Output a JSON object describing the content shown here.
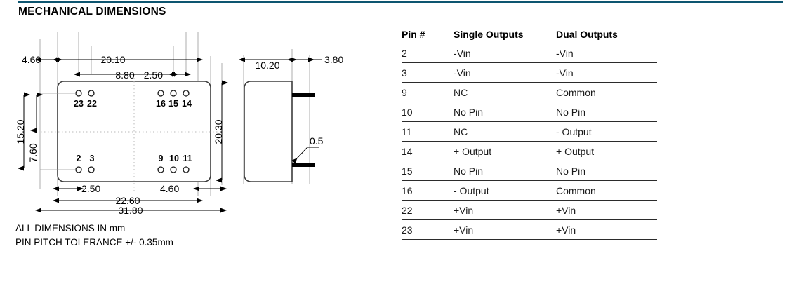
{
  "page": {
    "title": "MECHANICAL DIMENSIONS",
    "rule_color": "#0d5570"
  },
  "notes": {
    "dimensions": "ALL DIMENSIONS IN mm",
    "pitch_tolerance": "PIN PITCH TOLERANCE +/- 0.35mm"
  },
  "drawing": {
    "top_view": {
      "dimensions": {
        "left_offset": "4.60",
        "overall_inner": "20.10",
        "first_group": "8.80",
        "second_group": "2.50",
        "height_outer": "15.20",
        "height_inner": "7.60",
        "body_height": "20.30",
        "bottom_left": "2.50",
        "bottom_right": "4.60",
        "width_inner": "22.60",
        "width_overall": "31.80"
      },
      "pins_top": [
        "23",
        "22",
        "16",
        "15",
        "14"
      ],
      "pins_bottom": [
        "2",
        "3",
        "9",
        "10",
        "11"
      ]
    },
    "side_view": {
      "dimensions": {
        "body_width": "10.20",
        "lead_length": "3.80",
        "lead_thickness": "0.5"
      }
    }
  },
  "pin_table": {
    "headers": [
      "Pin #",
      "Single Outputs",
      "Dual Outputs"
    ],
    "rows": [
      {
        "pin": "2",
        "single": "-Vin",
        "dual": "-Vin"
      },
      {
        "pin": "3",
        "single": "-Vin",
        "dual": "-Vin"
      },
      {
        "pin": "9",
        "single": "NC",
        "dual": "Common"
      },
      {
        "pin": "10",
        "single": "No Pin",
        "dual": "No Pin"
      },
      {
        "pin": "11",
        "single": "NC",
        "dual": "- Output"
      },
      {
        "pin": "14",
        "single": "+ Output",
        "dual": "+ Output"
      },
      {
        "pin": "15",
        "single": "No Pin",
        "dual": "No Pin"
      },
      {
        "pin": "16",
        "single": "- Output",
        "dual": "Common"
      },
      {
        "pin": "22",
        "single": "+Vin",
        "dual": "+Vin"
      },
      {
        "pin": "23",
        "single": "+Vin",
        "dual": "+Vin"
      }
    ]
  }
}
